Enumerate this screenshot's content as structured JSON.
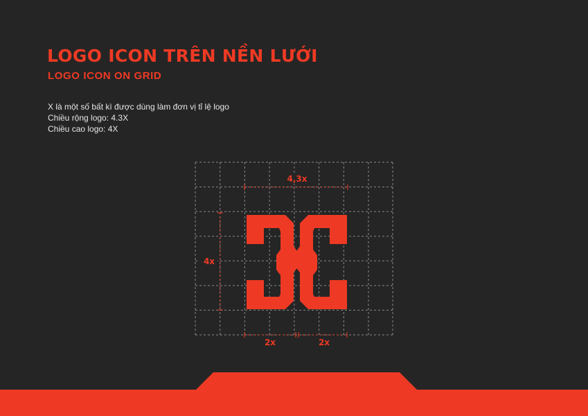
{
  "header": {
    "title": "LOGO ICON TRÊN NỀN LƯỚI",
    "subtitle": "LOGO ICON ON GRID"
  },
  "description": {
    "lines": [
      "X là một số bất kì được dùng làm đơn vị tỉ lệ logo",
      "Chiều rộng logo: 4.3X",
      "Chiều cao logo: 4X"
    ]
  },
  "figure": {
    "width_label": "4,3x",
    "height_label": "4x",
    "left_half_label": "2x",
    "right_half_label": "2x"
  },
  "colors": {
    "background": "#262525",
    "accent": "#ee3a24",
    "text": "#e6e6e6",
    "grid": "#8a8a8a"
  }
}
